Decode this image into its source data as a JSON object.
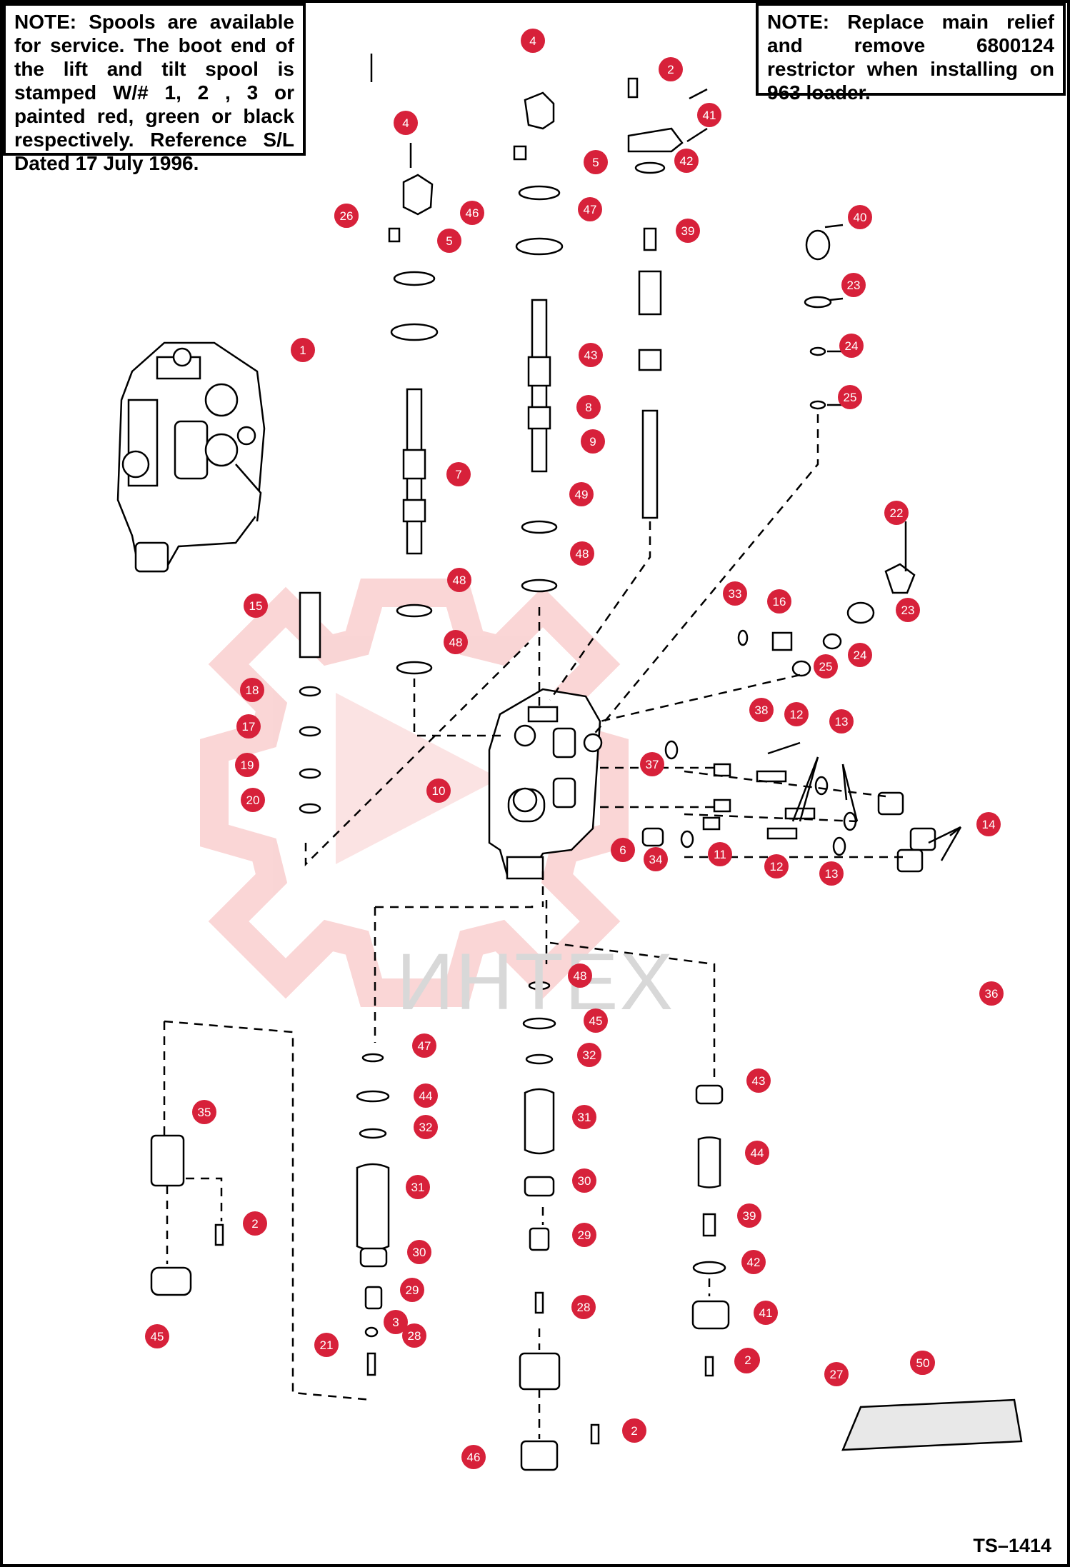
{
  "notes": {
    "left": {
      "label": "NOTE:",
      "text": "Spools are available for service.  The boot end of the lift and tilt spool is stamped W/# 1, 2 , 3 or painted red, green or black respectively.  Reference S/L Dated 17 July 1996."
    },
    "right": {
      "label": "NOTE:",
      "text": "Replace main relief and remove 6800124 restrictor when installing on 963 loader."
    }
  },
  "watermark": "ИНТЕХ",
  "drawing_id": "TS–1414",
  "colors": {
    "badge": "#d7213a",
    "line": "#000000",
    "watermark": "#f2b8b8"
  },
  "callouts": [
    {
      "n": "1"
    },
    {
      "n": "2"
    },
    {
      "n": "2"
    },
    {
      "n": "2"
    },
    {
      "n": "2"
    },
    {
      "n": "2"
    },
    {
      "n": "3"
    },
    {
      "n": "4"
    },
    {
      "n": "4"
    },
    {
      "n": "5"
    },
    {
      "n": "5"
    },
    {
      "n": "6"
    },
    {
      "n": "7"
    },
    {
      "n": "8"
    },
    {
      "n": "9"
    },
    {
      "n": "10"
    },
    {
      "n": "11"
    },
    {
      "n": "12"
    },
    {
      "n": "12"
    },
    {
      "n": "13"
    },
    {
      "n": "13"
    },
    {
      "n": "14"
    },
    {
      "n": "15"
    },
    {
      "n": "16"
    },
    {
      "n": "17"
    },
    {
      "n": "18"
    },
    {
      "n": "19"
    },
    {
      "n": "20"
    },
    {
      "n": "21"
    },
    {
      "n": "22"
    },
    {
      "n": "23"
    },
    {
      "n": "23"
    },
    {
      "n": "24"
    },
    {
      "n": "24"
    },
    {
      "n": "25"
    },
    {
      "n": "25"
    },
    {
      "n": "26"
    },
    {
      "n": "26"
    },
    {
      "n": "27"
    },
    {
      "n": "28"
    },
    {
      "n": "28"
    },
    {
      "n": "29"
    },
    {
      "n": "29"
    },
    {
      "n": "30"
    },
    {
      "n": "30"
    },
    {
      "n": "31"
    },
    {
      "n": "31"
    },
    {
      "n": "32"
    },
    {
      "n": "32"
    },
    {
      "n": "33"
    },
    {
      "n": "34"
    },
    {
      "n": "35"
    },
    {
      "n": "36"
    },
    {
      "n": "37"
    },
    {
      "n": "38"
    },
    {
      "n": "39"
    },
    {
      "n": "39"
    },
    {
      "n": "40"
    },
    {
      "n": "41"
    },
    {
      "n": "41"
    },
    {
      "n": "42"
    },
    {
      "n": "42"
    },
    {
      "n": "43"
    },
    {
      "n": "43"
    },
    {
      "n": "44"
    },
    {
      "n": "44"
    },
    {
      "n": "45"
    },
    {
      "n": "45"
    },
    {
      "n": "46"
    },
    {
      "n": "46"
    },
    {
      "n": "47"
    },
    {
      "n": "47"
    },
    {
      "n": "48"
    },
    {
      "n": "48"
    },
    {
      "n": "48"
    },
    {
      "n": "48"
    },
    {
      "n": "49"
    },
    {
      "n": "49"
    },
    {
      "n": "50"
    }
  ]
}
